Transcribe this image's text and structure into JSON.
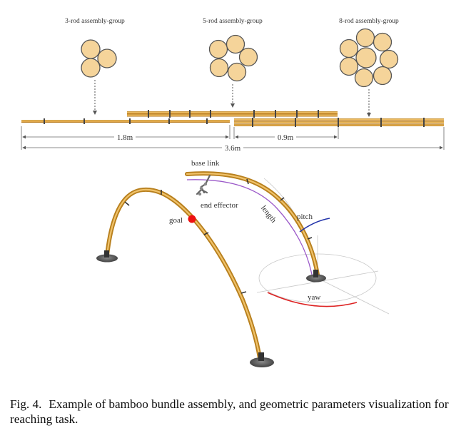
{
  "figure": {
    "groups": [
      {
        "label": "3-rod assembly-group"
      },
      {
        "label": "5-rod assembly-group"
      },
      {
        "label": "8-rod assembly-group"
      }
    ],
    "dimensions": {
      "short": "1.8m",
      "mid": "0.9m",
      "total": "3.6m"
    },
    "arch_labels": {
      "base_link": "base link",
      "end_effector": "end effector",
      "goal": "goal",
      "length": "length",
      "pitch": "pitch",
      "yaw": "yaw"
    },
    "colors": {
      "bamboo": "#f5d49a",
      "bamboo_stroke": "#c8953f",
      "rod": "#d9a441",
      "goal": "#ee1111",
      "pitch": "#2233aa",
      "yaw": "#dd2222",
      "length": "#9b59c9",
      "base": "#555555"
    }
  },
  "caption": {
    "prefix": "Fig. 4.",
    "text": "Example of bamboo bundle assembly, and geometric parameters visualization for reaching task."
  }
}
